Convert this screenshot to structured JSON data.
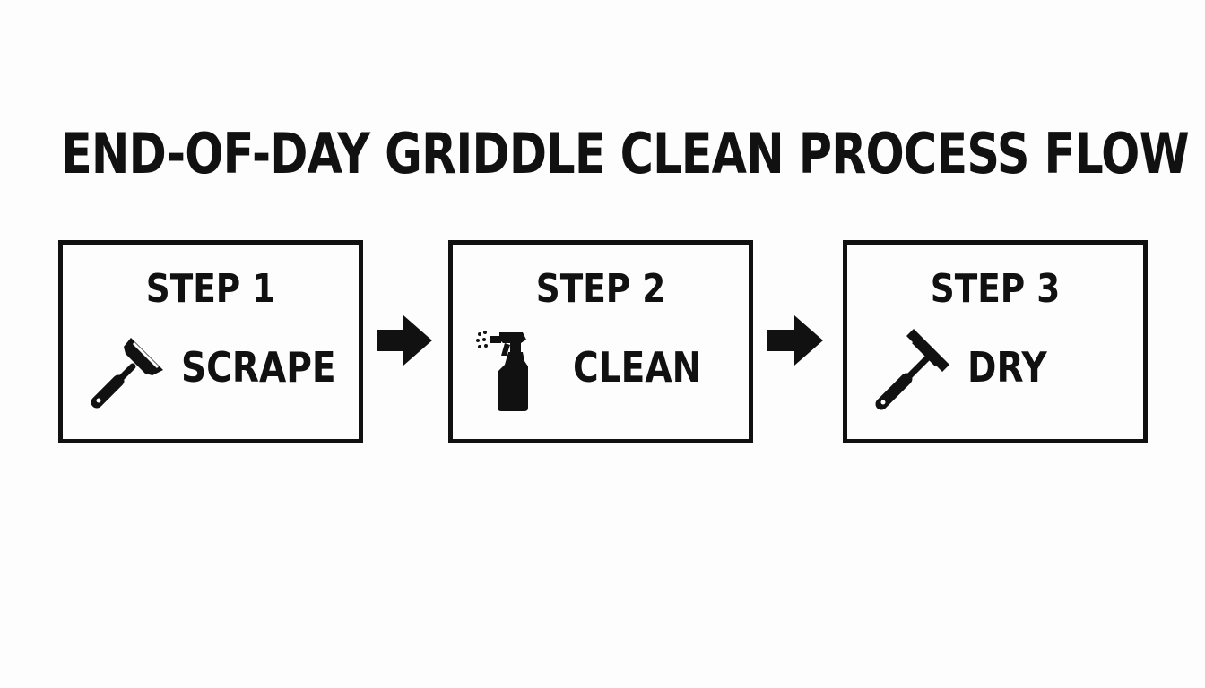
{
  "title": "END-OF-DAY GRIDDLE CLEAN PROCESS FLOW",
  "steps": [
    {
      "heading": "STEP 1",
      "label": "SCRAPE",
      "icon": "scraper-icon"
    },
    {
      "heading": "STEP 2",
      "label": "CLEAN",
      "icon": "spray-bottle-icon"
    },
    {
      "heading": "STEP 3",
      "label": "DRY",
      "icon": "squeegee-icon"
    }
  ],
  "colors": {
    "ink": "#111111",
    "background": "#fdfdfd"
  }
}
